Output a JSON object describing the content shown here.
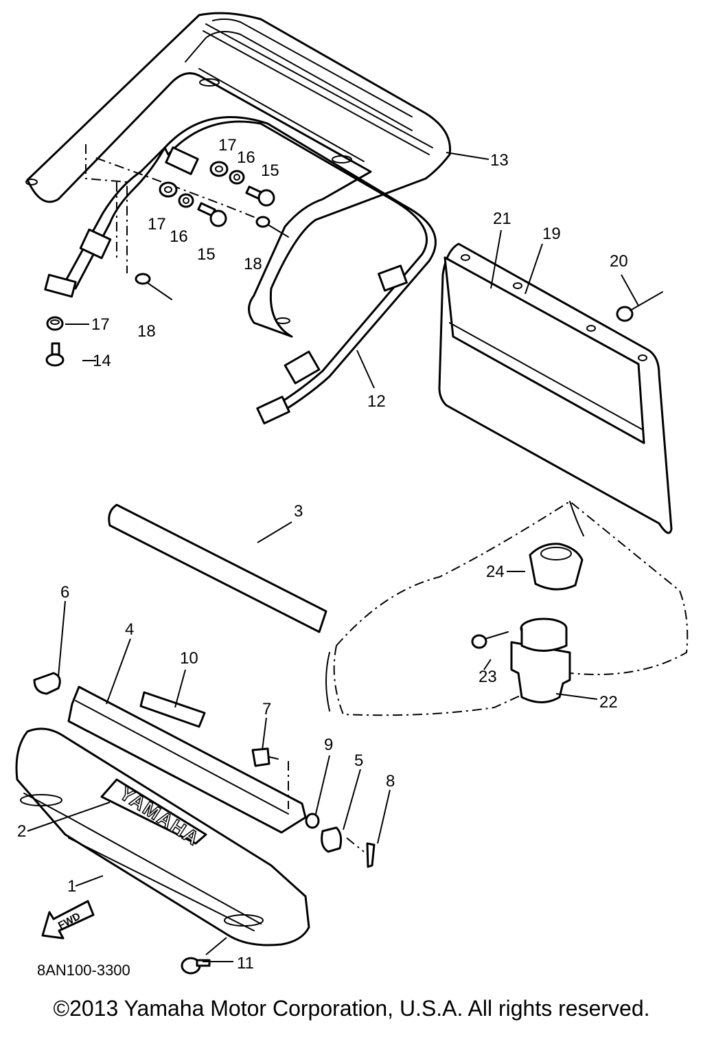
{
  "diagram": {
    "reference_code": "8AN100-3300",
    "copyright": "©2013 Yamaha Motor Corporation, U.S.A. All rights reserved.",
    "brand_emblem_text": "YAMAHA",
    "direction_arrow_text": "FWD",
    "callouts": {
      "c1": "1",
      "c2": "2",
      "c3": "3",
      "c4": "4",
      "c5": "5",
      "c6": "6",
      "c7": "7",
      "c8": "8",
      "c9": "9",
      "c10": "10",
      "c11": "11",
      "c12": "12",
      "c13": "13",
      "c14": "14",
      "c15a": "15",
      "c15b": "15",
      "c16a": "16",
      "c16b": "16",
      "c17a": "17",
      "c17b": "17",
      "c17c": "17",
      "c18a": "18",
      "c18b": "18",
      "c19": "19",
      "c20": "20",
      "c21": "21",
      "c22": "22",
      "c23": "23",
      "c24": "24"
    }
  }
}
